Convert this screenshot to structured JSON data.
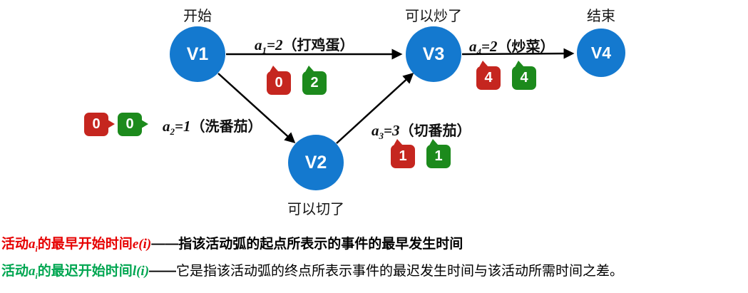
{
  "nodes": [
    {
      "label": "V1",
      "caption": "开始"
    },
    {
      "label": "V2",
      "caption": "可以切了"
    },
    {
      "label": "V3",
      "caption": "可以炒了"
    },
    {
      "label": "V4",
      "caption": "结束"
    }
  ],
  "edges": [
    {
      "var": "a",
      "sub": "1",
      "eq": "=2",
      "activity": "（打鸡蛋）",
      "earliest": "0",
      "latest": "2"
    },
    {
      "var": "a",
      "sub": "2",
      "eq": "=1",
      "activity": "（洗番茄）",
      "earliest": "0",
      "latest": "0"
    },
    {
      "var": "a",
      "sub": "3",
      "eq": "=3",
      "activity": "（切番茄）",
      "earliest": "1",
      "latest": "1"
    },
    {
      "var": "a",
      "sub": "4",
      "eq": "=2",
      "activity": "（炒菜）",
      "earliest": "4",
      "latest": "4"
    }
  ],
  "legend": [
    {
      "prefix": "活动",
      "var": "a",
      "sub": "i",
      "mid": "的最早开始时间",
      "func": "e(i)",
      "dash": "——",
      "desc": "指该活动弧的起点所表示的事件的最早发生时间"
    },
    {
      "prefix": "活动",
      "var": "a",
      "sub": "i",
      "mid": "的最迟开始时间",
      "func": "l(i)",
      "dash": "——",
      "desc": "它是指该活动弧的终点所表示事件的最迟发生时间与该活动所需时间之差。"
    }
  ],
  "colors": {
    "node_blue": "#1479cf",
    "badge_red": "#c5261f",
    "badge_green": "#1c8a1c",
    "legend_red": "#e60000",
    "legend_green": "#00a651",
    "arrow": "#000000"
  }
}
